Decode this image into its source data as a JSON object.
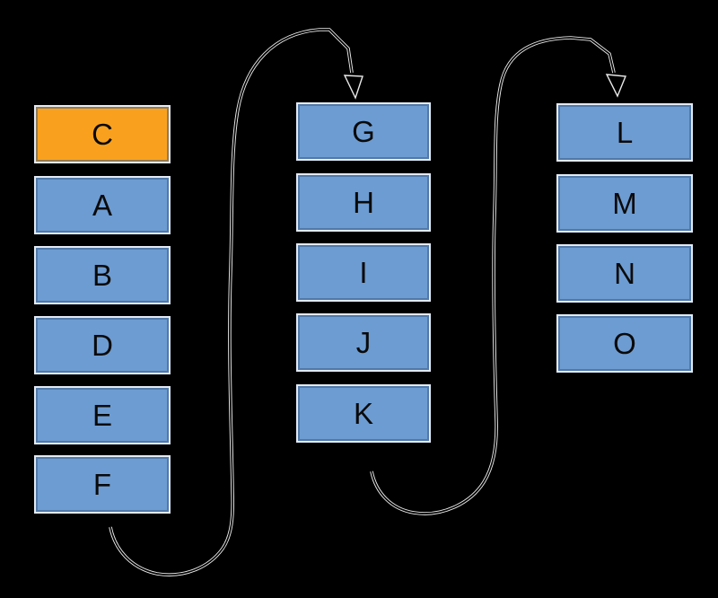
{
  "colors": {
    "background": "#000000",
    "box_fill_blue": "#6D9CD2",
    "box_fill_orange": "#F9A11E",
    "box_border_light": "#E3EAF4",
    "box_border_inner": "#3A5C87",
    "box_text": "#0A0A0A",
    "arrow_line": "#E9E9E9",
    "arrow_head_fill": "#000000"
  },
  "diagram": {
    "columns": [
      {
        "id": "list-1",
        "boxes": [
          {
            "label": "C",
            "highlighted": true
          },
          {
            "label": "A",
            "highlighted": false
          },
          {
            "label": "B",
            "highlighted": false
          },
          {
            "label": "D",
            "highlighted": false
          },
          {
            "label": "E",
            "highlighted": false
          },
          {
            "label": "F",
            "highlighted": false
          }
        ]
      },
      {
        "id": "list-2",
        "boxes": [
          {
            "label": "G",
            "highlighted": false
          },
          {
            "label": "H",
            "highlighted": false
          },
          {
            "label": "I",
            "highlighted": false
          },
          {
            "label": "J",
            "highlighted": false
          },
          {
            "label": "K",
            "highlighted": false
          }
        ]
      },
      {
        "id": "list-3",
        "boxes": [
          {
            "label": "L",
            "highlighted": false
          },
          {
            "label": "M",
            "highlighted": false
          },
          {
            "label": "N",
            "highlighted": false
          },
          {
            "label": "O",
            "highlighted": false
          }
        ]
      }
    ],
    "arrows": [
      {
        "from": "F",
        "to": "G"
      },
      {
        "from": "K",
        "to": "L"
      }
    ]
  }
}
